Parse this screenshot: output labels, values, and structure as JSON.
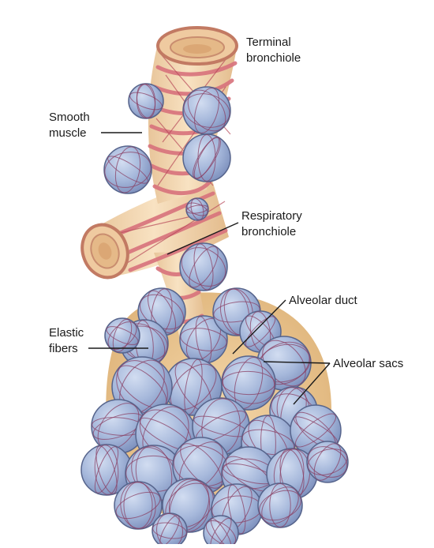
{
  "labels": {
    "terminal_bronchiole": {
      "line1": "Terminal",
      "line2": "bronchiole"
    },
    "smooth_muscle": {
      "line1": "Smooth",
      "line2": "muscle"
    },
    "respiratory_bronchiole": {
      "line1": "Respiratory",
      "line2": "bronchiole"
    },
    "alveolar_duct": "Alveolar duct",
    "elastic_fibers": {
      "line1": "Elastic",
      "line2": "fibers"
    },
    "alveolar_sacs": "Alveolar sacs"
  },
  "colors": {
    "alveolus_fill": "#a6b8db",
    "alveolus_stroke": "#56648c",
    "elastic_fiber": "#8a3f63",
    "tube_fill": "#f4d9b3",
    "smooth_muscle": "#d8727c",
    "duct_interior": "#ecc993",
    "leader_line": "#1a1a1a"
  }
}
